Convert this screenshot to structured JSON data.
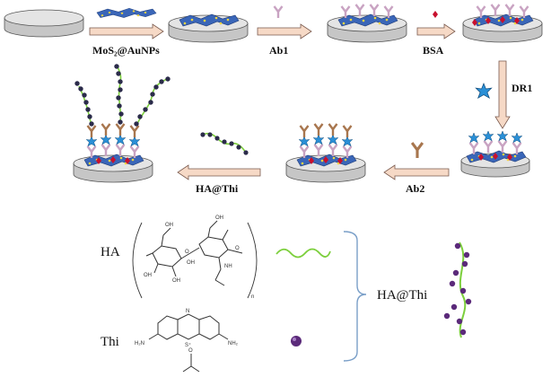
{
  "steps": {
    "mos2": "MoS₂@AuNPs",
    "ab1": "Ab1",
    "bsa": "BSA",
    "dr1": "DR1",
    "ab2": "Ab2",
    "ha_thi": "HA@Thi"
  },
  "legend": {
    "ha": "HA",
    "thi": "Thi",
    "ha_thi": "HA@Thi",
    "ha_groups": {
      "oh1": "OH",
      "oh2": "OH",
      "oh3": "OH",
      "oh4": "OH",
      "oh5": "OH",
      "o1": "O",
      "o2": "O",
      "nh": "NH",
      "n_sub": "n"
    },
    "thi_groups": {
      "h2n": "H₂N",
      "nh2": "NH₂",
      "n": "N",
      "s": "S⁺",
      "acetate_o": "O"
    }
  },
  "colors": {
    "arrow_fill": "#f6d9c6",
    "arrow_stroke": "#7a5a4e",
    "dish_top": "#e4e4e4",
    "dish_side": "#c6c6c6",
    "mos2": "#3a66b8",
    "ab1": "#c9a3c2",
    "ab2": "#a8764e",
    "bsa": "#c8102e",
    "dr1": "#2a8fd6",
    "ha": "#7ccf3c",
    "thi": "#5b2a7a",
    "bracket": "#7a9fc8"
  }
}
